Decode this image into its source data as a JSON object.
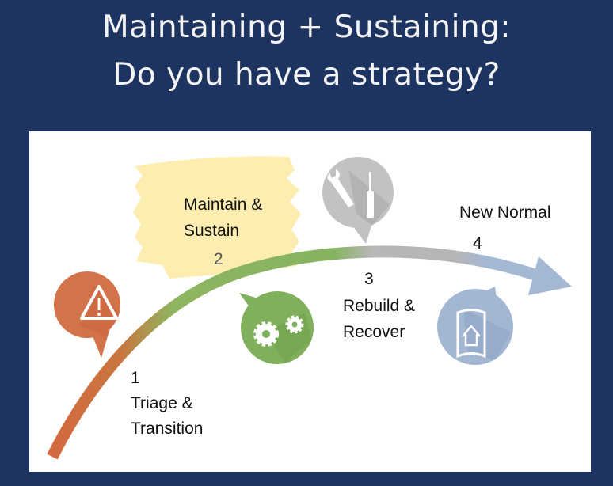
{
  "title": {
    "line1": "Maintaining + Sustaining:",
    "line2": "Do you have a strategy?"
  },
  "stages": [
    {
      "number": "1",
      "line1": "Triage &",
      "line2": "Transition",
      "icon": "warning-icon",
      "color": "#d2693f"
    },
    {
      "number": "2",
      "line1": "Maintain &",
      "line2": "Sustain",
      "icon": "gears-icon",
      "color": "#7fb05a"
    },
    {
      "number": "3",
      "line1": "Rebuild &",
      "line2": "Recover",
      "icon": "tools-icon",
      "color": "#b4b4b4"
    },
    {
      "number": "4",
      "line1": "New Normal",
      "icon": "house-plan-icon",
      "color": "#9fb4d2"
    }
  ],
  "highlight_color": "#fbeaa6"
}
